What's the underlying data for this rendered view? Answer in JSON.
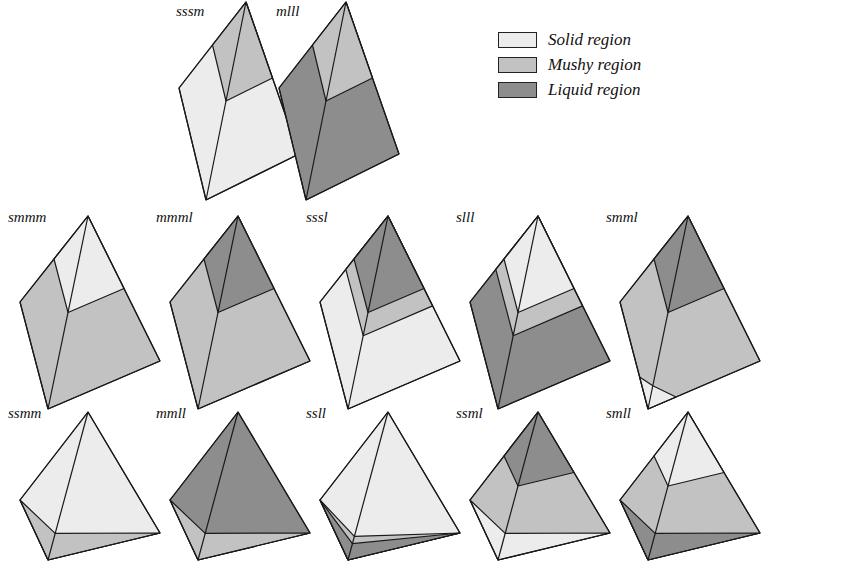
{
  "diagram": {
    "labels": [
      "sssm",
      "mlll",
      "smmm",
      "mmml",
      "sssl",
      "slll",
      "smml",
      "ssmm",
      "mmll",
      "ssll",
      "ssml",
      "smll"
    ],
    "legend": [
      {
        "text": "Solid region",
        "color": "#ececec"
      },
      {
        "text": "Mushy region",
        "color": "#c2c2c2"
      },
      {
        "text": "Liquid region",
        "color": "#8d8d8d"
      }
    ]
  }
}
